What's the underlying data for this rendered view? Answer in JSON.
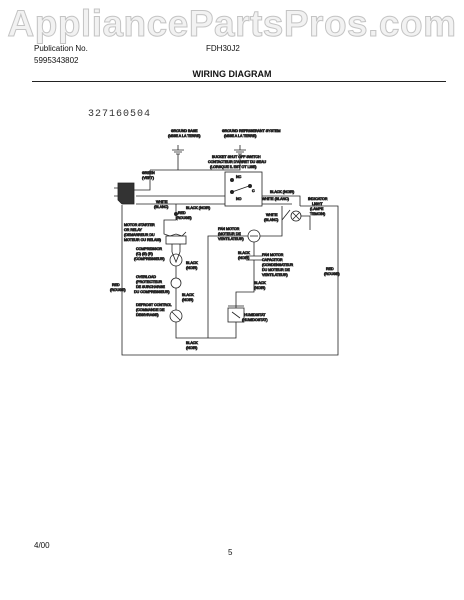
{
  "watermark": "AppliancePartsPros.com",
  "header": {
    "publication_label": "Publication No.",
    "publication_number": "5995343802",
    "model": "FDH30J2",
    "title": "WIRING DIAGRAM"
  },
  "part_number": "327160504",
  "footer": {
    "date": "4/00",
    "page": "5"
  },
  "diagram_labels": {
    "ground_base": [
      "GROUND BASE",
      "(MISE  A LA TERRE)"
    ],
    "ground_refrigerant": [
      "GROUND REFRIGERANT SYSTEM",
      "(MISE  A LA TERRE)"
    ],
    "green": [
      "GREEN",
      "(VERT)"
    ],
    "bucket_switch": [
      "BUCKET SHUT OFF SWITCH",
      "CONTACTEUR D'ARRET DU SEAU",
      "(LORSQUE IL EST OT LISE)"
    ],
    "black_noir_a": "BLACK (NOIR)",
    "black_noir_b": "BLACK (NOIR)",
    "white_blanc_a": "WHITE (BLANC)",
    "white_blanc_b": [
      "WHITE",
      "(BLANC)"
    ],
    "white_blanc_c": [
      "WHITE",
      "(BLANC)"
    ],
    "red_rouge_a": [
      "RED",
      "(ROUGE)"
    ],
    "red_rouge_b": [
      "RED",
      "(ROUGE)"
    ],
    "red_rouge_c": [
      "RED",
      "(ROUGE)"
    ],
    "indicator_light": [
      "INDICATOR",
      "LIGHT",
      "(LAMPE",
      "TEMOIN)"
    ],
    "motor_starter": [
      "MOTOR STARTER",
      "OR RELAY",
      "(DEMARREUR DU",
      "MOTEUR OU RELAIS)"
    ],
    "compressor": [
      "COMPRESSOR",
      "(C) (S) (R)",
      "(COMPRESSEUR)"
    ],
    "fan_motor": [
      "FAN MOTOR",
      "(MOTEUR DE",
      "VENTILATEUR)"
    ],
    "fan_motor_capacitor": [
      "FAN MOTOR",
      "CAPACITOR",
      "(CONDENSATEUR",
      "DU MOTEUR DE",
      "VENTILATEUR)"
    ],
    "overload": [
      "OVERLOAD",
      "(PROTECTEUR",
      "DE SURCHARGE",
      "DU COMPRESSEUR)"
    ],
    "black_c": [
      "BLACK",
      "(NOIR)"
    ],
    "black_d": [
      "BLACK",
      "(NOIR)"
    ],
    "black_e": [
      "BLACK",
      "(NOIR)"
    ],
    "black_f": [
      "BLACK",
      "(NOIR)"
    ],
    "black_g": [
      "BLACK",
      "(NOIR)"
    ],
    "defrost_control": [
      "DEFROST CONTROL",
      "(COMMANDE DE",
      "DEGIVRAGE)"
    ],
    "humidistat": [
      "HUMIDISTAT",
      "(HUMIDOSTAT)"
    ],
    "nc": "NC",
    "no": "NO",
    "c": "C"
  }
}
